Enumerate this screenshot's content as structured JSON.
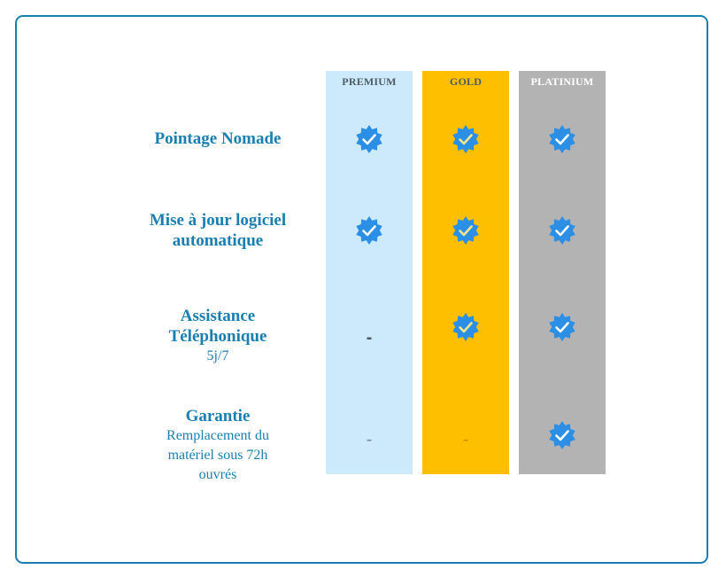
{
  "colors": {
    "border": "#1a7fb0",
    "feature_text": "#1a7fb0",
    "badge": "#2b8fe6",
    "check_on_blue": "#ffffff",
    "check_on_gold": "#f6e58d"
  },
  "plans": [
    {
      "name": "PREMIUM",
      "background": "#cdeafc",
      "header_color": "#4f5b63"
    },
    {
      "name": "GOLD",
      "background": "#fdbf00",
      "header_color": "#4f5b63"
    },
    {
      "name": "PLATINIUM",
      "background": "#b3b3b3",
      "header_color": "#ffffff"
    }
  ],
  "features": [
    {
      "title": "Pointage Nomade",
      "subtitle": "",
      "availability": [
        "check-badge-icon",
        "check-badge-icon",
        "check-badge-icon"
      ]
    },
    {
      "title": "Mise à jour logiciel automatique",
      "subtitle": "",
      "availability": [
        "check-badge-icon",
        "check-badge-icon",
        "check-badge-icon"
      ]
    },
    {
      "title": "Assistance Téléphonique",
      "subtitle": "5j/7",
      "availability": [
        "-",
        "check-badge-icon",
        "check-badge-icon"
      ]
    },
    {
      "title": "Garantie",
      "subtitle": "Remplacement du matériel sous 72h ouvrés",
      "availability": [
        "-",
        "-",
        "check-badge-icon"
      ]
    }
  ]
}
